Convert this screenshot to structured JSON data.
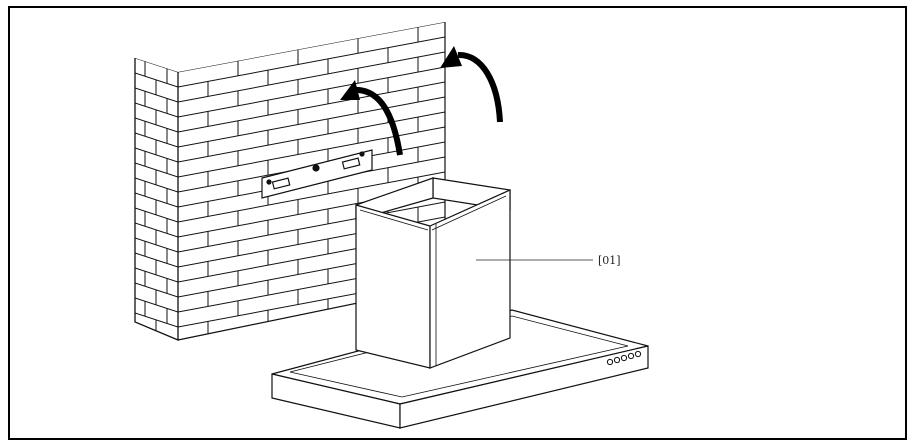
{
  "diagram": {
    "callouts": [
      {
        "id": "01",
        "text": "[01]"
      }
    ],
    "colors": {
      "line": "#111111",
      "background": "#ffffff"
    },
    "icons": [
      "brick-wall",
      "wall-bracket",
      "rotation-arrow",
      "chimney-cover",
      "range-hood",
      "control-buttons"
    ]
  }
}
